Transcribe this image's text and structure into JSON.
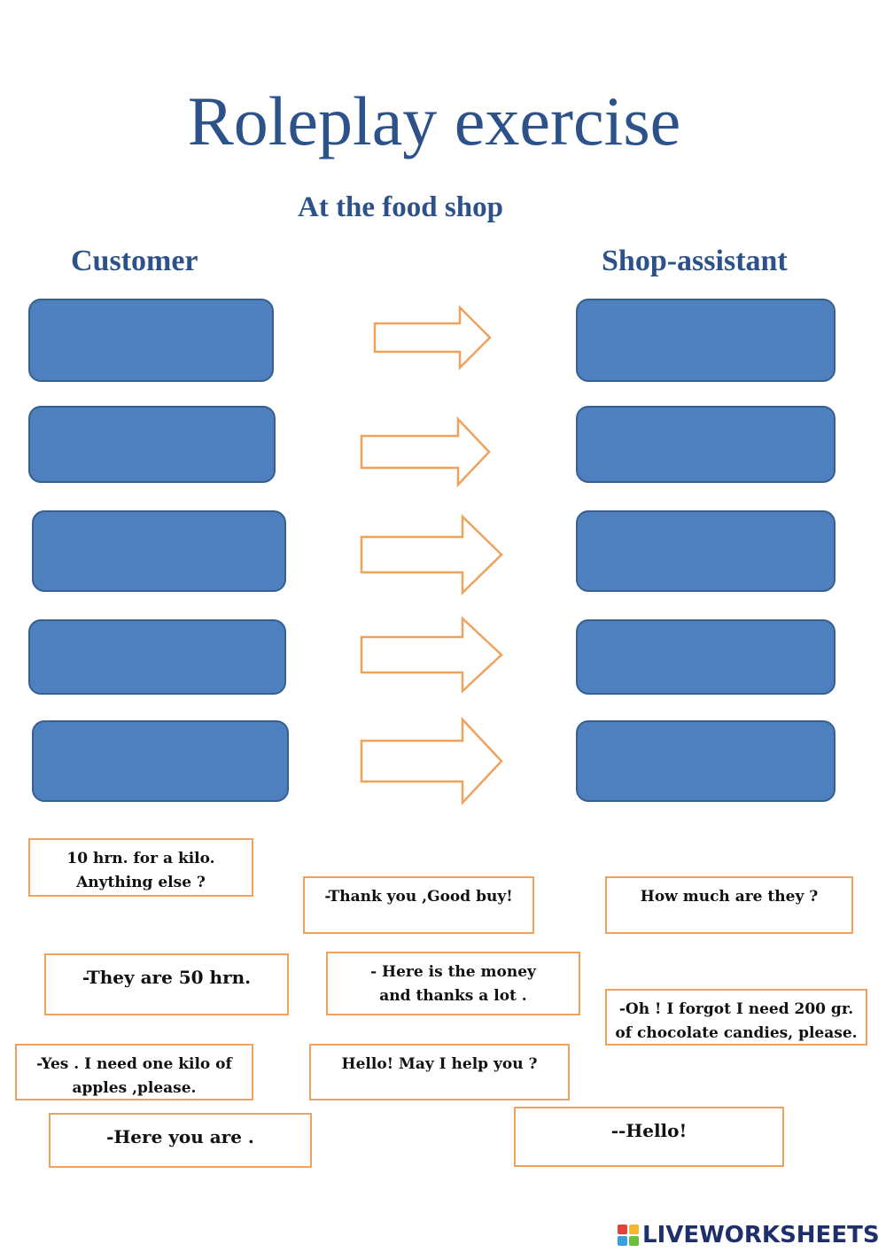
{
  "title": "Roleplay exercise",
  "subtitle": "At the food shop",
  "columns": {
    "left": "Customer",
    "right": "Shop-assistant"
  },
  "cards": [
    [
      "10 hrn. for a kilo.",
      "Anything else ?"
    ],
    [
      "-Thank  you ,Good buy!"
    ],
    [
      "How much are they  ?"
    ],
    [
      "-They are 50 hrn."
    ],
    [
      "- Here is the  money",
      "and thanks a lot ."
    ],
    [
      "-Oh ! I forgot  I need 200 gr.",
      "of chocolate  candies, please."
    ],
    [
      "-Yes . I need  one kilo  of",
      "apples ,please."
    ],
    [
      "Hello! May I help you  ?"
    ],
    [
      "-Here you are ."
    ],
    [
      "--Hello!"
    ]
  ],
  "footer": {
    "logo_text": "LIVEWORKSHEETS"
  },
  "colors": {
    "heading": "#2c5289",
    "slot_fill": "#4e7fbf",
    "slot_border": "#36608f",
    "arrow": "#f0a15c",
    "card_border": "#f0a15c"
  }
}
